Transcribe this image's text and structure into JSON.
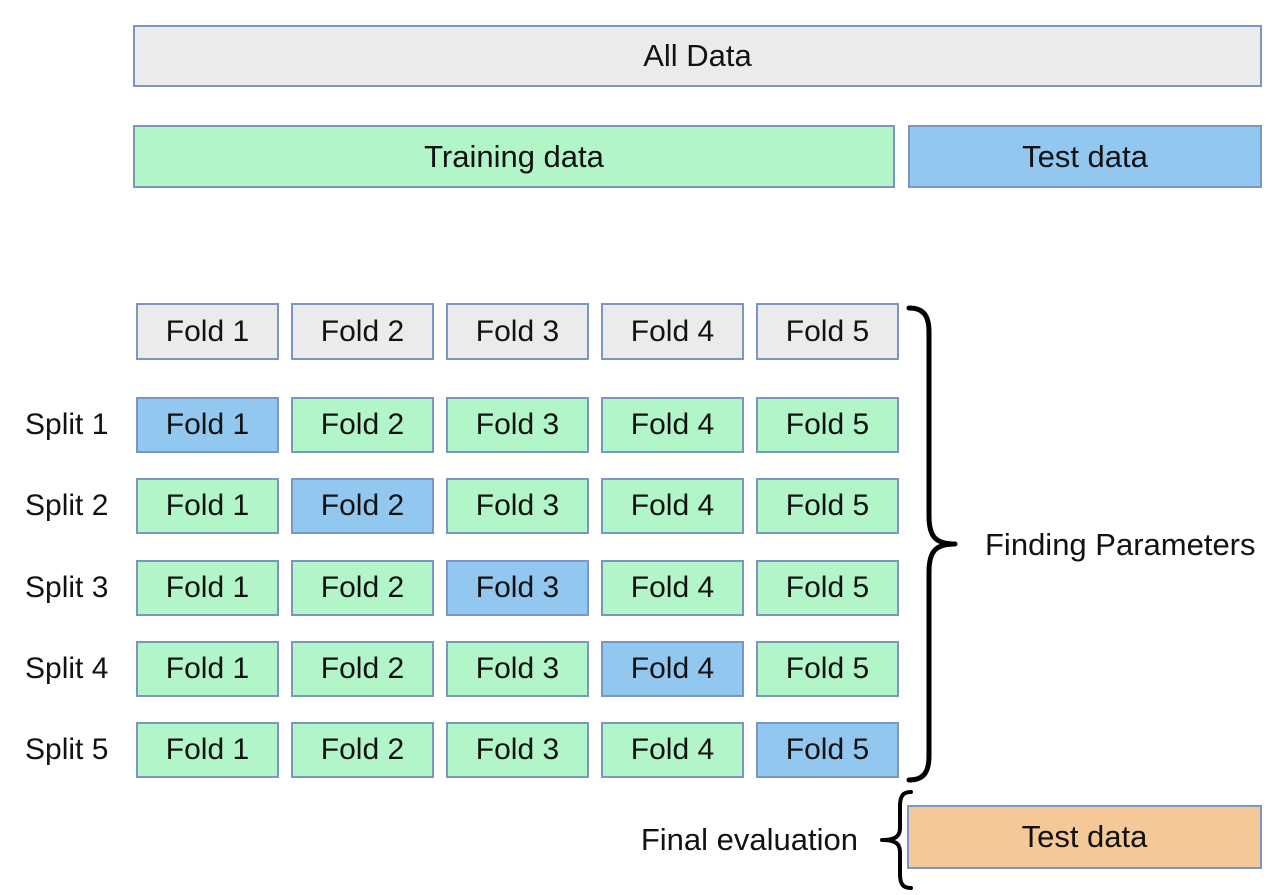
{
  "bars": {
    "all_data": "All Data",
    "training": "Training data",
    "test": "Test data"
  },
  "fold_headers": [
    "Fold 1",
    "Fold 2",
    "Fold 3",
    "Fold 4",
    "Fold 5"
  ],
  "splits": [
    {
      "label": "Split 1",
      "test_fold": 0,
      "folds": [
        "Fold 1",
        "Fold 2",
        "Fold 3",
        "Fold 4",
        "Fold 5"
      ]
    },
    {
      "label": "Split 2",
      "test_fold": 1,
      "folds": [
        "Fold 1",
        "Fold 2",
        "Fold 3",
        "Fold 4",
        "Fold 5"
      ]
    },
    {
      "label": "Split 3",
      "test_fold": 2,
      "folds": [
        "Fold 1",
        "Fold 2",
        "Fold 3",
        "Fold 4",
        "Fold 5"
      ]
    },
    {
      "label": "Split 4",
      "test_fold": 3,
      "folds": [
        "Fold 1",
        "Fold 2",
        "Fold 3",
        "Fold 4",
        "Fold 5"
      ]
    },
    {
      "label": "Split 5",
      "test_fold": 4,
      "folds": [
        "Fold 1",
        "Fold 2",
        "Fold 3",
        "Fold 4",
        "Fold 5"
      ]
    }
  ],
  "annotations": {
    "finding_parameters": "Finding Parameters",
    "final_evaluation": "Final evaluation",
    "final_test": "Test data"
  },
  "colors": {
    "neutral": "#ebebeb",
    "train": "#b1f5c8",
    "test": "#92c7f0",
    "final": "#f5c897",
    "border": "#7b96c3",
    "text": "#121212",
    "brace": "#000000"
  }
}
